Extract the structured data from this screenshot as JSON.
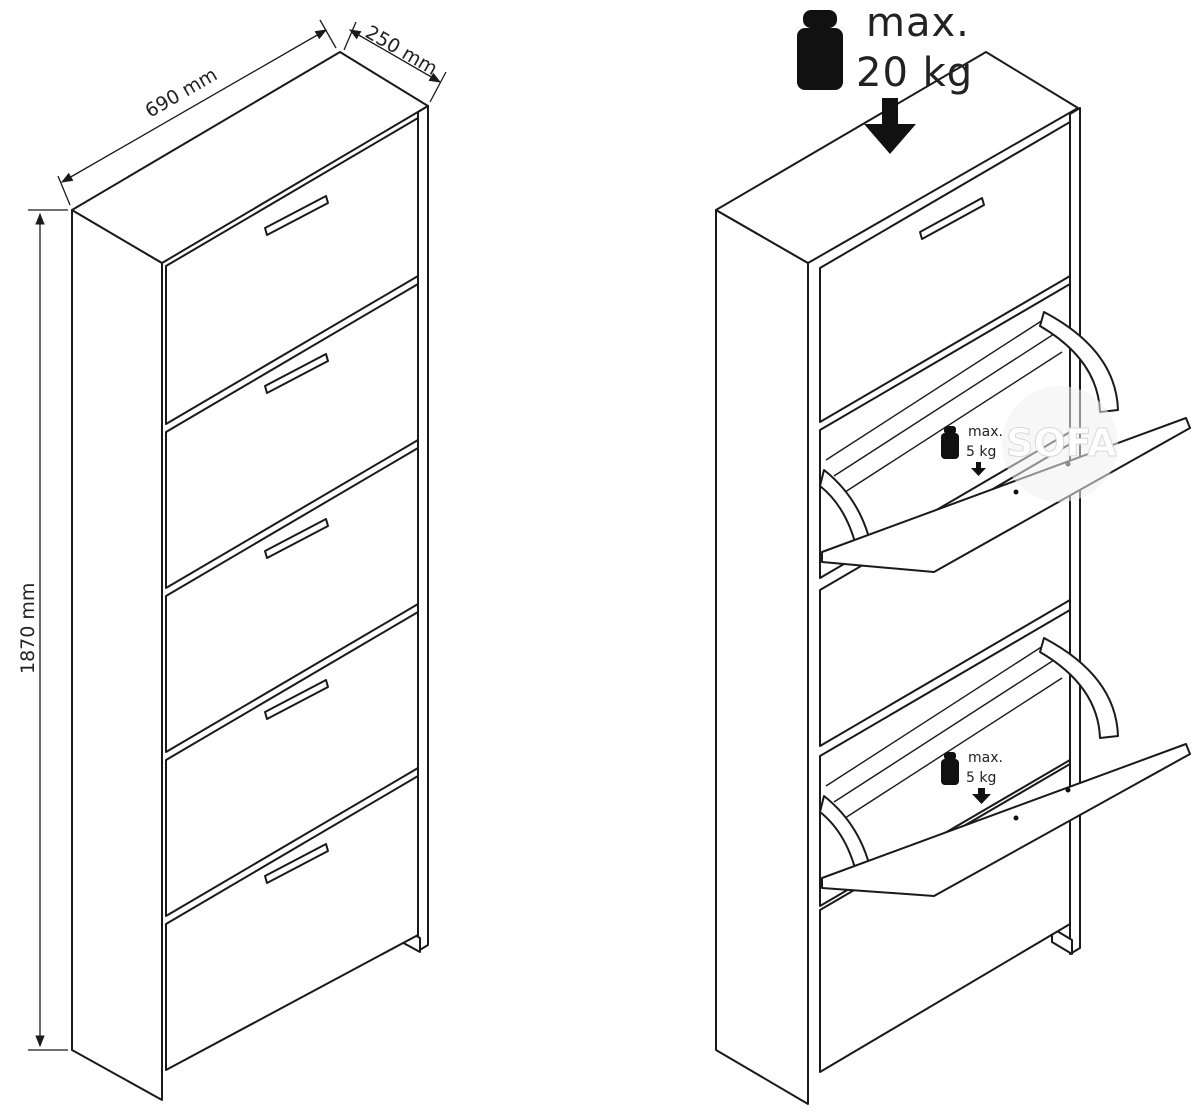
{
  "dimensions": {
    "width": "690 mm",
    "depth": "250 mm",
    "height": "1870 mm"
  },
  "top_load": {
    "line1": "max.",
    "line2": "20 kg"
  },
  "flap_load": {
    "line1": "max.",
    "line2": "5 kg"
  },
  "watermark": "SOFA",
  "colors": {
    "line": "#1a1a1a",
    "fill": "#ffffff"
  },
  "icons": [
    "weight-icon",
    "down-arrow-icon"
  ]
}
